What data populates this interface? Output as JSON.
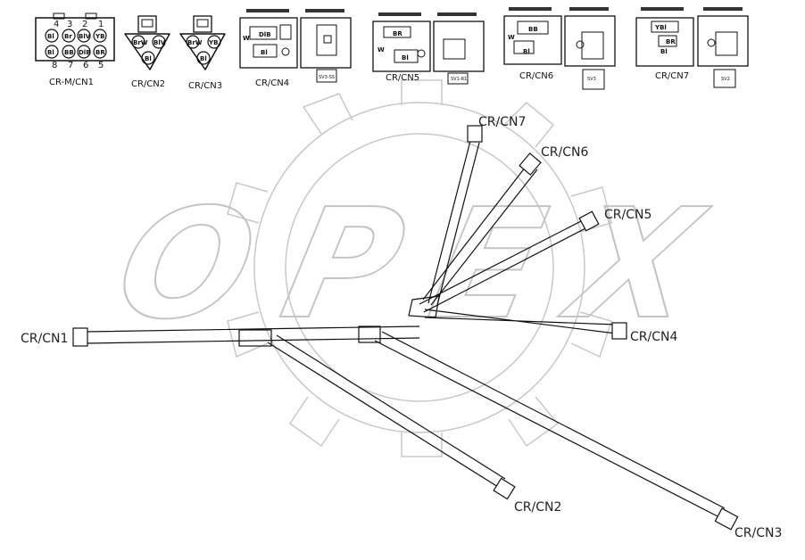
{
  "watermark": "OPEX",
  "connector_views": [
    {
      "caption": "CR-M/CN1",
      "pins_top": [
        "4",
        "3",
        "2",
        "1"
      ],
      "pins_bottom": [
        "8",
        "7",
        "6",
        "5"
      ],
      "wires": [
        "Bl",
        "Br",
        "BlV",
        "YB",
        "Bl",
        "BB",
        "DlB",
        "BR"
      ]
    },
    {
      "caption": "CR/CN2",
      "wires": [
        "BrW",
        "BlV",
        "Bl"
      ]
    },
    {
      "caption": "CR/CN3",
      "wires": [
        "BrW",
        "YB",
        "Bl"
      ]
    },
    {
      "caption": "CR/CN4",
      "wires": [
        "DlB",
        "Bl",
        "W"
      ],
      "sub_label": "SV3-SS"
    },
    {
      "caption": "CR/CN5",
      "wires": [
        "BR",
        "Bl",
        "W"
      ],
      "sub_label": "SV1-R1"
    },
    {
      "caption": "CR/CN6",
      "wires": [
        "BB",
        "Bl",
        "W"
      ],
      "sub_label": "SV3"
    },
    {
      "caption": "CR/CN7",
      "wires": [
        "YBl",
        "BR",
        "Bl"
      ],
      "sub_label": "SV2"
    }
  ],
  "harness_labels": {
    "cn1": "CR/CN1",
    "cn2": "CR/CN2",
    "cn3": "CR/CN3",
    "cn4": "CR/CN4",
    "cn5": "CR/CN5",
    "cn6": "CR/CN6",
    "cn7": "CR/CN7"
  }
}
